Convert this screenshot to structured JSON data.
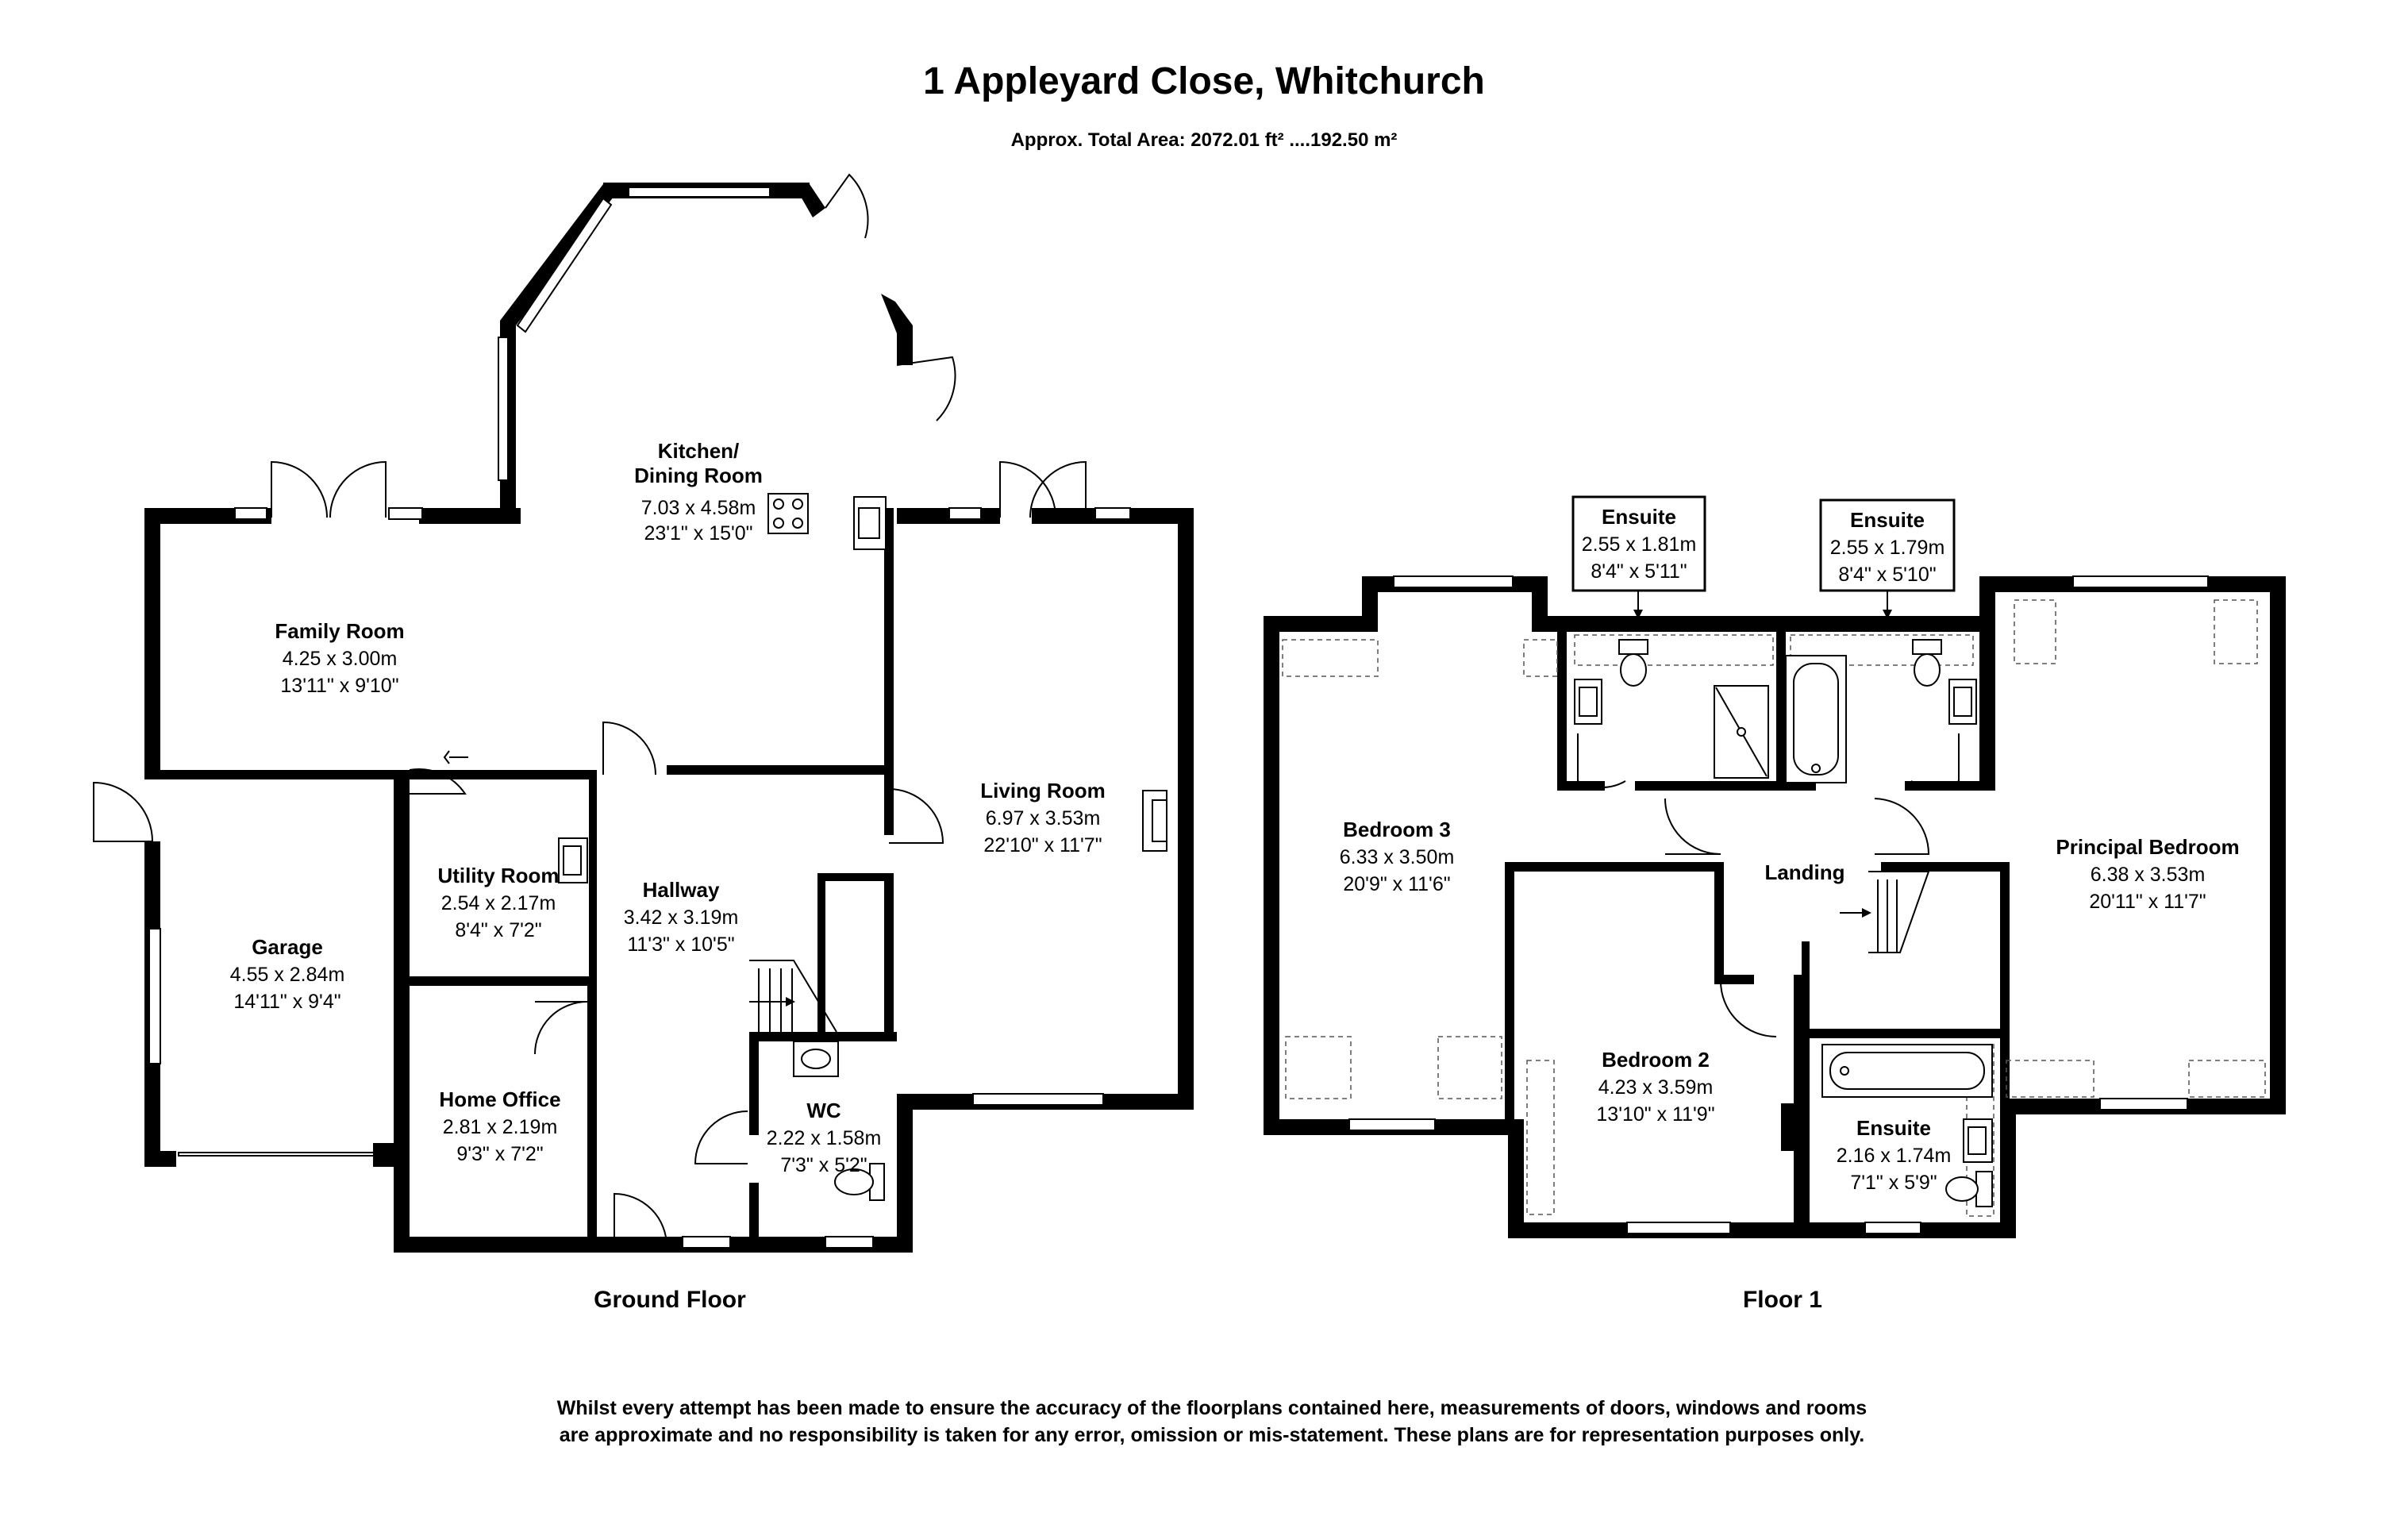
{
  "header": {
    "title": "1 Appleyard Close, Whitchurch",
    "area": "Approx. Total Area: 2072.01 ft² ....192.50 m²"
  },
  "ground_floor": {
    "label": "Ground Floor",
    "rooms": {
      "kitchen": {
        "name1": "Kitchen/",
        "name2": "Dining Room",
        "metric": "7.03 x 4.58m",
        "imperial": "23'1\" x 15'0\""
      },
      "family": {
        "name": "Family Room",
        "metric": "4.25 x 3.00m",
        "imperial": "13'11\" x 9'10\""
      },
      "living": {
        "name": "Living Room",
        "metric": "6.97 x 3.53m",
        "imperial": "22'10\" x 11'7\""
      },
      "garage": {
        "name": "Garage",
        "metric": "4.55 x 2.84m",
        "imperial": "14'11\" x 9'4\""
      },
      "utility": {
        "name": "Utility Room",
        "metric": "2.54 x 2.17m",
        "imperial": "8'4\" x 7'2\""
      },
      "hallway": {
        "name": "Hallway",
        "metric": "3.42 x 3.19m",
        "imperial": "11'3\" x 10'5\""
      },
      "office": {
        "name": "Home Office",
        "metric": "2.81 x 2.19m",
        "imperial": "9'3\" x 7'2\""
      },
      "wc": {
        "name": "WC",
        "metric": "2.22 x 1.58m",
        "imperial": "7'3\" x 5'2\""
      }
    }
  },
  "first_floor": {
    "label": "Floor 1",
    "rooms": {
      "ensuite1": {
        "name": "Ensuite",
        "metric": "2.55 x 1.81m",
        "imperial": "8'4\" x 5'11\""
      },
      "ensuite2": {
        "name": "Ensuite",
        "metric": "2.55 x 1.79m",
        "imperial": "8'4\" x 5'10\""
      },
      "bedroom3": {
        "name": "Bedroom 3",
        "metric": "6.33 x 3.50m",
        "imperial": "20'9\" x 11'6\""
      },
      "landing": {
        "name": "Landing"
      },
      "principal": {
        "name": "Principal Bedroom",
        "metric": "6.38 x 3.53m",
        "imperial": "20'11\" x 11'7\""
      },
      "bedroom2": {
        "name": "Bedroom 2",
        "metric": "4.23 x 3.59m",
        "imperial": "13'10\" x 11'9\""
      },
      "ensuite3": {
        "name": "Ensuite",
        "metric": "2.16 x 1.74m",
        "imperial": "7'1\" x 5'9\""
      }
    }
  },
  "disclaimer": {
    "line1": "Whilst every attempt has been made to ensure the accuracy of the floorplans contained here, measurements of doors, windows and rooms",
    "line2": "are approximate and no responsibility is taken for any error, omission or mis-statement. These plans are for representation purposes only."
  }
}
